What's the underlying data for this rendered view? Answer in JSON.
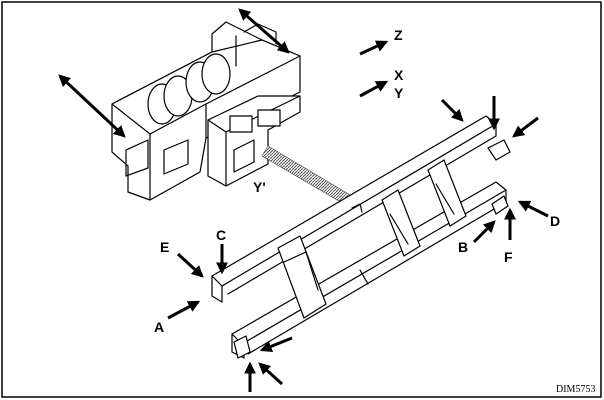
{
  "labels": {
    "Z": "Z",
    "X": "X",
    "Y": "Y",
    "Y_prime": "Y'",
    "A": "A",
    "B": "B",
    "C": "C",
    "D": "D",
    "E": "E",
    "F": "F"
  },
  "reference": "DIM5753",
  "colors": {
    "ink": "#000000",
    "paper": "#ffffff",
    "hatch": "#777777"
  }
}
